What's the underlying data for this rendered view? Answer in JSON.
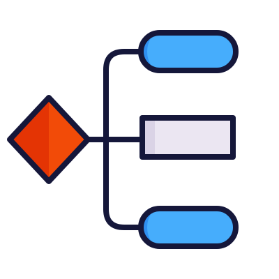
{
  "diagram": {
    "kind": "decision-flow-icon",
    "nodes": [
      {
        "id": "decision",
        "shape": "diamond"
      },
      {
        "id": "branch-top",
        "shape": "pill"
      },
      {
        "id": "branch-middle",
        "shape": "rectangle"
      },
      {
        "id": "branch-bottom",
        "shape": "pill"
      }
    ],
    "colors": {
      "outline": "#15173a",
      "diamond_light": "#f24b08",
      "diamond_dark": "#e43404",
      "pill_light": "#46adfc",
      "pill_dark": "#2f8ff0",
      "rect_fill": "#ebe6f2",
      "rect_shade": "#dad3e6",
      "background": "#ffffff"
    }
  }
}
